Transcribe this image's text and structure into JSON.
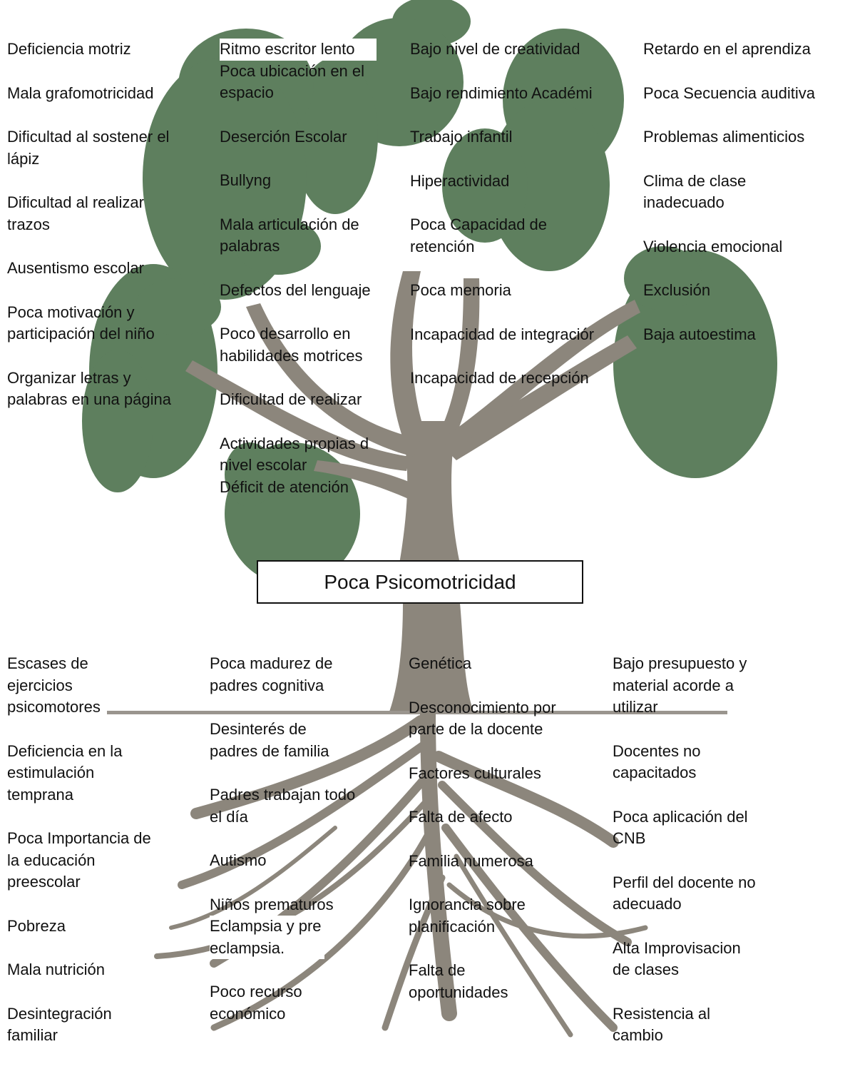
{
  "central_problem": "Poca Psicomotricidad",
  "effects": {
    "col1": [
      "Deficiencia motriz",
      "Mala grafomotricidad",
      "Dificultad al sostener el\nlápiz",
      "Dificultad al realizar\ntrazos",
      "Ausentismo escolar",
      "Poca motivación y\nparticipación del niño",
      "Organizar letras y\npalabras en una página"
    ],
    "col2": [
      "Ritmo escritor lento",
      "Poca ubicación en el\nespacio",
      "Deserción Escolar",
      "Bullyng",
      "Mala articulación de\npalabras",
      "Defectos del lenguaje",
      "Poco desarrollo en\nhabilidades motrices",
      "Dificultad de realizar",
      "Actividades propias d\nnivel escolar",
      "Déficit de atención"
    ],
    "col3": [
      "Bajo nivel de creatividad",
      "Bajo rendimiento Académi",
      "Trabajo infantil",
      "Hiperactividad",
      "Poca Capacidad de\nretención",
      "Poca memoria",
      "Incapacidad de integraciór",
      "Incapacidad de recepción"
    ],
    "col4": [
      "Retardo en el aprendiza",
      "Poca Secuencia auditiva",
      "Problemas alimenticios",
      "Clima de clase\ninadecuado",
      "Violencia emocional",
      "Exclusión",
      "Baja autoestima"
    ]
  },
  "causes": {
    "col1": [
      "Escases de\nejercicios\npsicomotores",
      "Deficiencia en la\nestimulación\ntemprana",
      "Poca Importancia de\nla educación\npreescolar",
      "Pobreza",
      "Mala nutrición",
      "Desintegración\nfamiliar"
    ],
    "col2": [
      "Poca madurez de\npadres cognitiva",
      "Desinterés de\npadres de familia",
      "Padres trabajan todo\nel día",
      "Autismo",
      "Niños prematuros",
      "Eclampsia y pre\neclampsia.",
      "Poco recurso\neconómico"
    ],
    "col3": [
      "Genética",
      "Desconocimiento por\nparte de la docente",
      "Factores culturales",
      "Falta de afecto",
      "Familia numerosa",
      "Ignorancia sobre\nplanificación",
      "Falta de\noportunidades"
    ],
    "col4": [
      "Bajo presupuesto y\nmaterial acorde a\nutilizar",
      "Docentes no\ncapacitados",
      "Poca aplicación del\nCNB",
      "Perfil del docente no\nadecuado",
      "Alta Improvisacion\nde clases",
      "Resistencia al\ncambio"
    ]
  },
  "colors": {
    "foliage": "#5e7f5e",
    "trunk": "#8c867c",
    "text": "#111111"
  }
}
